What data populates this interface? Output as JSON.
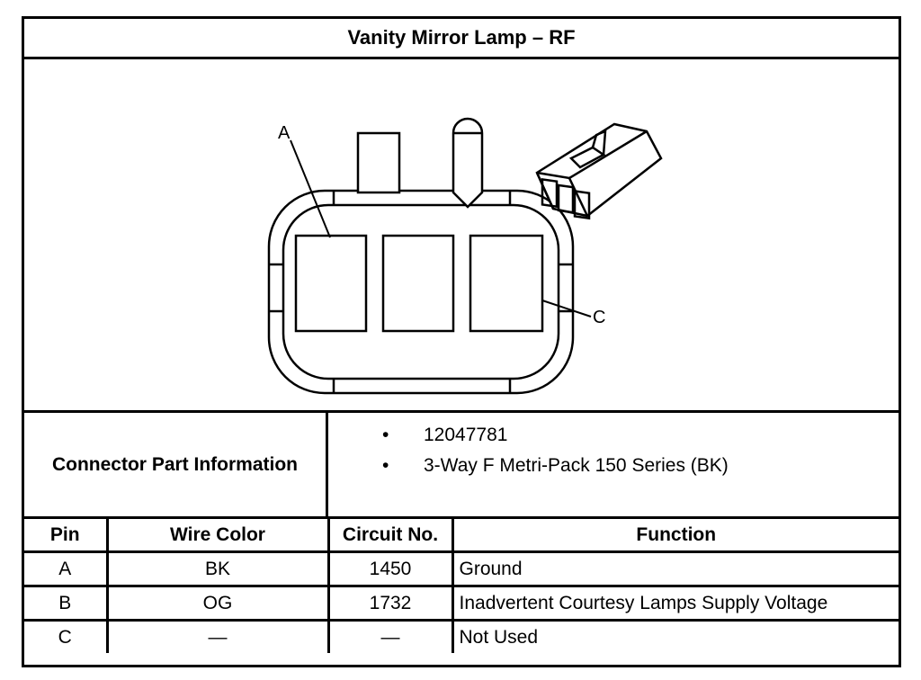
{
  "title": "Vanity Mirror Lamp – RF",
  "diagram": {
    "callout_a": "A",
    "callout_c": "C"
  },
  "connector_info": {
    "label": "Connector Part Information",
    "items": [
      "12047781",
      "3-Way F Metri-Pack 150 Series (BK)"
    ],
    "bullet": "•"
  },
  "pin_table": {
    "headers": [
      "Pin",
      "Wire Color",
      "Circuit No.",
      "Function"
    ],
    "rows": [
      {
        "pin": "A",
        "wire_color": "BK",
        "circuit": "1450",
        "function": "Ground"
      },
      {
        "pin": "B",
        "wire_color": "OG",
        "circuit": "1732",
        "function": "Inadvertent Courtesy Lamps Supply Voltage"
      },
      {
        "pin": "C",
        "wire_color": "—",
        "circuit": "—",
        "function": "Not Used"
      }
    ]
  }
}
